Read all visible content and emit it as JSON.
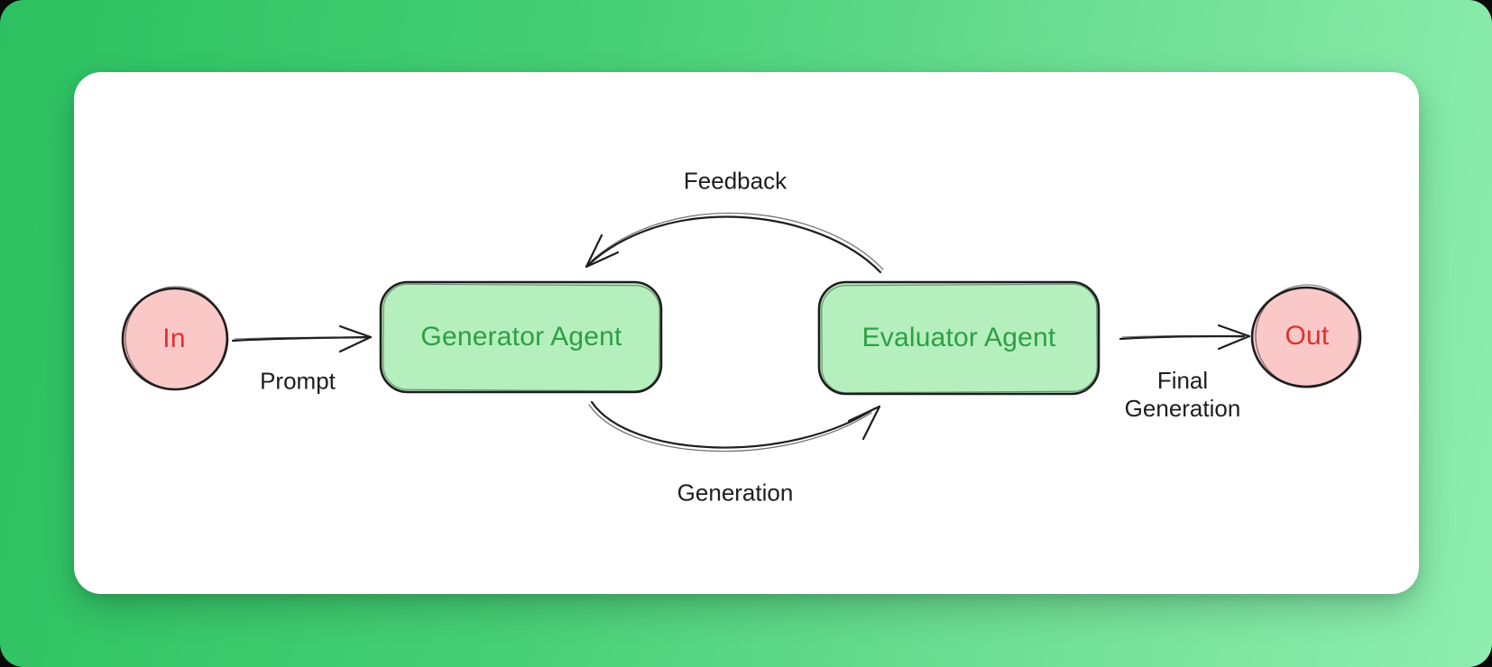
{
  "canvas": {
    "background_gradient_start": "#2cc161",
    "background_gradient_end": "#8feeb0",
    "card_color": "#ffffff",
    "stroke_color": "#1e1e1e"
  },
  "diagram": {
    "nodes": [
      {
        "id": "in",
        "label": "In",
        "shape": "circle",
        "fill": "#fbc8c8",
        "text_color": "#e03131",
        "stroke": "#1e1e1e"
      },
      {
        "id": "generator",
        "label": "Generator Agent",
        "shape": "rounded-rect",
        "fill": "#b5efbe",
        "text_color": "#2f9e44",
        "stroke": "#1e1e1e"
      },
      {
        "id": "evaluator",
        "label": "Evaluator Agent",
        "shape": "rounded-rect",
        "fill": "#b5efbe",
        "text_color": "#2f9e44",
        "stroke": "#1e1e1e"
      },
      {
        "id": "out",
        "label": "Out",
        "shape": "circle",
        "fill": "#fbc8c8",
        "text_color": "#e03131",
        "stroke": "#1e1e1e"
      }
    ],
    "edges": [
      {
        "from": "in",
        "to": "generator",
        "label": "Prompt",
        "style": "straight"
      },
      {
        "from": "evaluator",
        "to": "generator",
        "label": "Feedback",
        "style": "curved-top"
      },
      {
        "from": "generator",
        "to": "evaluator",
        "label": "Generation",
        "style": "curved-bottom"
      },
      {
        "from": "evaluator",
        "to": "out",
        "label": "Final Generation",
        "style": "straight"
      }
    ]
  }
}
